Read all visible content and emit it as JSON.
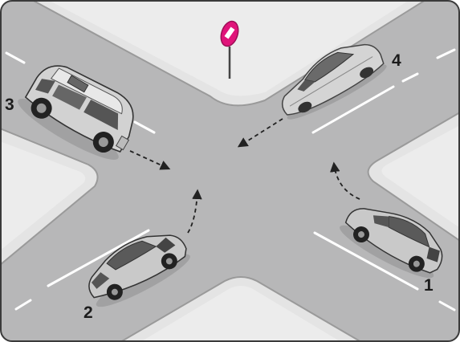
{
  "scene": {
    "road_color": "#b7b7b8",
    "sidewalk_color": "#e4e4e4",
    "sign_color": "#e0147a",
    "sign_icon": "no-entry-sign-icon",
    "vehicles": [
      {
        "id": "1",
        "label": "1",
        "kind": "sedan",
        "color": "#c9c9c9"
      },
      {
        "id": "2",
        "label": "2",
        "kind": "sedan",
        "color": "#c9c9c9"
      },
      {
        "id": "3",
        "label": "3",
        "kind": "suv",
        "color": "#d2d2d2"
      },
      {
        "id": "4",
        "label": "4",
        "kind": "sedan",
        "color": "#d4d4d4"
      }
    ]
  }
}
